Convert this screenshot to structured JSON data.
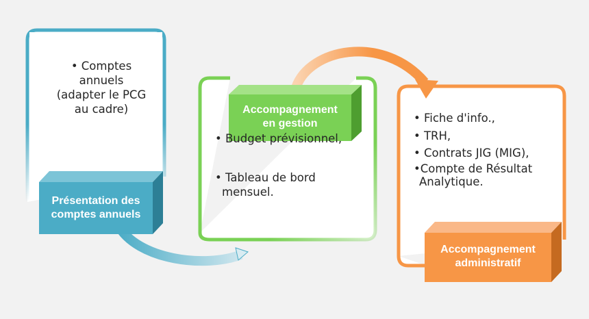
{
  "stages": [
    {
      "id": "presentation",
      "color": "#4bacc6",
      "title_lines": [
        "Présentation des",
        "comptes annuels"
      ],
      "bullets": [
        "• Comptes",
        "annuels",
        "(adapter le PCG",
        "au cadre)"
      ]
    },
    {
      "id": "gestion",
      "color": "#7ad155",
      "title_lines": [
        "Accompagnement",
        "en gestion"
      ],
      "bullets": [
        "• Budget prévisionnel,",
        "",
        "• Tableau de bord",
        "mensuel."
      ]
    },
    {
      "id": "administratif",
      "color": "#f79646",
      "title_lines": [
        "Accompagnement",
        "administratif"
      ],
      "bullets": [
        "• Fiche d'info.,",
        "• TRH,",
        "• Contrats JIG (MIG),",
        "•Compte de Résultat",
        "Analytique."
      ]
    }
  ]
}
